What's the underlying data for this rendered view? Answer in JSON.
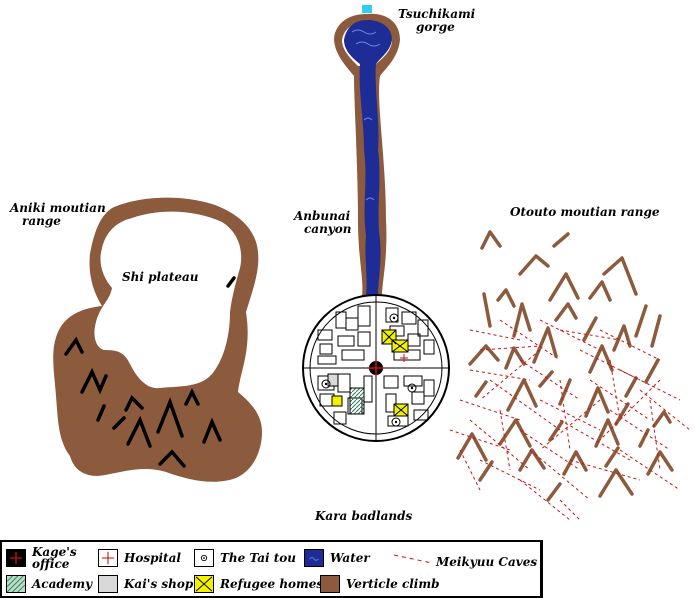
{
  "labels": {
    "gorge": [
      "Tsuchikami",
      "gorge"
    ],
    "aniki": [
      "Aniki moutian",
      "range"
    ],
    "canyon": [
      "Anbunai",
      "canyon"
    ],
    "otouto": "Otouto moutian range",
    "plateau": "Shi plateau",
    "badlands": "Kara badlands"
  },
  "legend": {
    "kage": [
      "Kage's",
      "office"
    ],
    "hospital": "Hospital",
    "taitou": "The Tai tou",
    "water": "Water",
    "caves": "Meikyuu Caves",
    "academy": "Academy",
    "kaishop": "Kai's shop",
    "refugee": "Refugee homes",
    "climb": "Verticle climb"
  },
  "colors": {
    "mountain_brown": "#8c5a3c",
    "water_blue": "#1e2d96",
    "cave_red": "#cc1111",
    "refugee_yellow": "#f2f200",
    "academy_green": "#b8dcc8",
    "shop_gray": "#d9d9d9",
    "spring_cyan": "#33ccee"
  },
  "icons": [
    "kage-office-icon",
    "hospital-cross-icon",
    "tai-tou-icon",
    "water-icon",
    "cave-dash-icon",
    "academy-hatch-icon",
    "kai-shop-icon",
    "refugee-x-icon",
    "cliff-icon"
  ]
}
